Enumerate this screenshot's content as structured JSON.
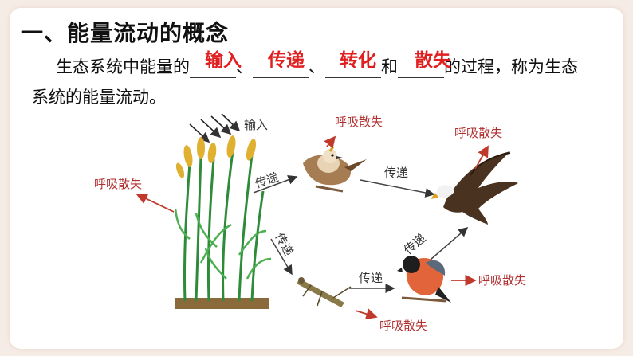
{
  "title": "一、能量流动的概念",
  "sentence": {
    "prefix": "生态系统中能量的",
    "sep1": "、",
    "sep2": "、",
    "and": "和",
    "suffix": "的过程，称为生态",
    "line2": "系统的能量流动。"
  },
  "answers": [
    "输入",
    "传递",
    "转化",
    "散失"
  ],
  "diagram": {
    "input": "输入",
    "respiration": "呼吸散失",
    "transfer": "传递"
  },
  "colors": {
    "answer": "#e02020",
    "arrow": "#c0392b",
    "label": "#b03030"
  }
}
